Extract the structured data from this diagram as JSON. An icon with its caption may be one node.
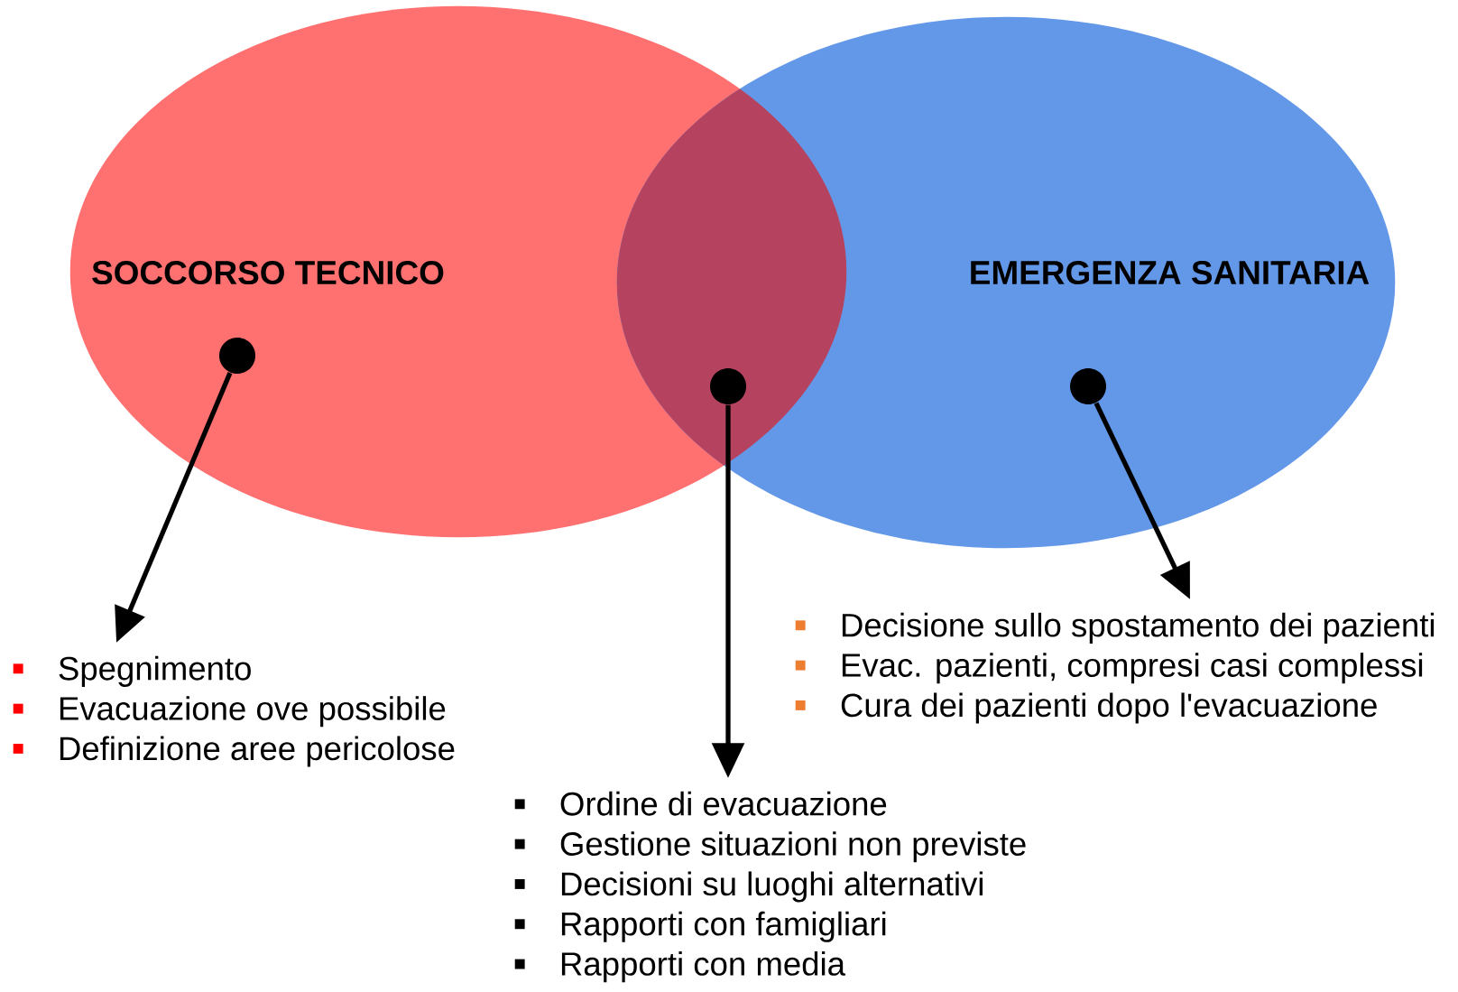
{
  "diagram": {
    "nodes": [
      {
        "text": [
          "SOCCORSO TECNICO"
        ]
      },
      {
        "text": [
          "EMERGENZA SANITARIA"
        ]
      },
      {
        "text": [],
        "shape": "circle",
        "in": 0
      },
      {
        "text": [],
        "shape": "circle"
      },
      {
        "text": [],
        "shape": "circle",
        "in": 1
      },
      {
        "text": [
          "Spegnimento",
          "Evacuazione ove possibile",
          "Definizione aree pericolose"
        ]
      },
      {
        "text": [
          "Ordine di evacuazione",
          "Gestione situazioni non previste",
          "Decisioni su luoghi alternativi",
          "Rapporti con famigliari",
          "Rapporti con media"
        ]
      },
      {
        "text": [
          "Decisione sullo spostamento dei pazienti",
          "Evac. pazienti, compresi casi complessi",
          "Cura dei pazienti dopo l'evacuazione"
        ]
      }
    ],
    "edges": [
      {
        "from": 2,
        "to": 5,
        "arrow": "to"
      },
      {
        "from": 3,
        "to": 6,
        "arrow": "to"
      },
      {
        "from": 4,
        "to": 7,
        "arrow": "to"
      }
    ]
  }
}
